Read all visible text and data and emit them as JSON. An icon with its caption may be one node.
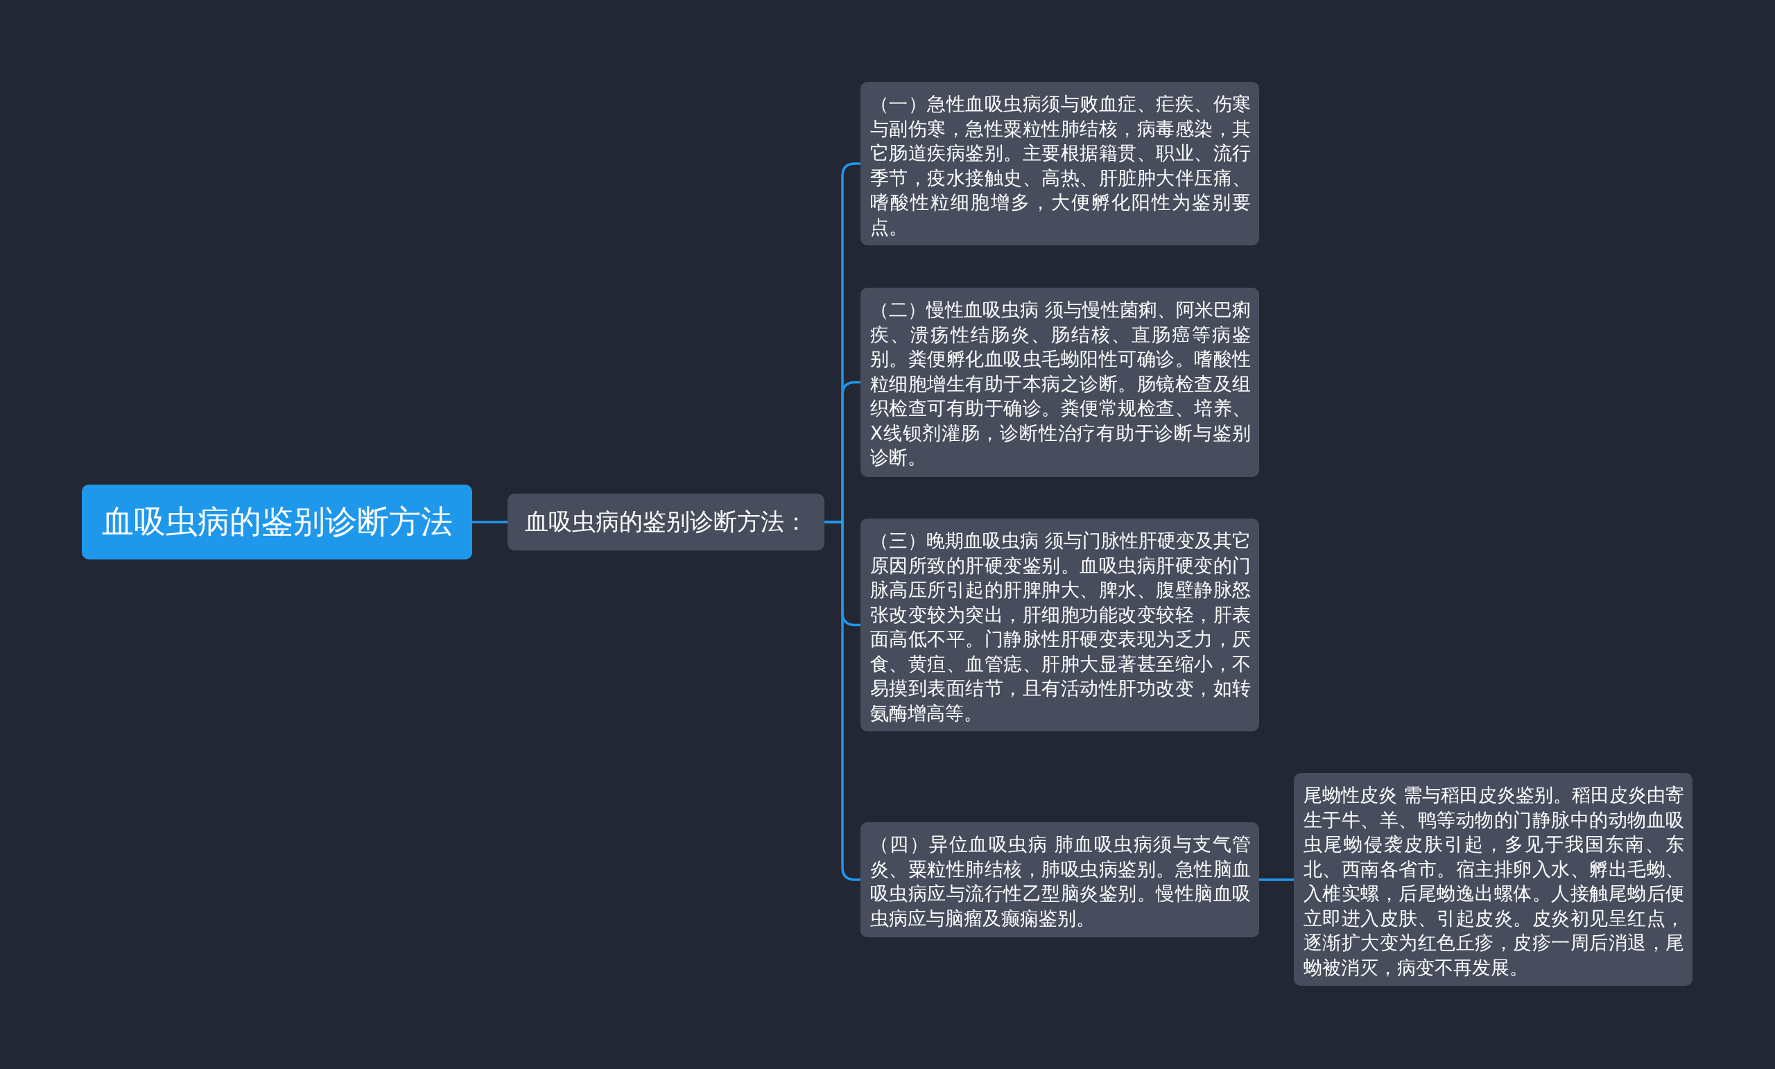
{
  "diagram": {
    "nodes": [
      {
        "text": [
          "血吸虫病的鉴别诊断方法"
        ]
      },
      {
        "text": [
          "血吸虫病的鉴别诊断方法："
        ]
      },
      {
        "text": [
          "（一）急性血吸虫病须与败血症、疟疾、伤寒与副伤寒，急性粟粒性肺结核，病毒感染，其它肠道疾病鉴别。主要根据籍贯、职业、流行季节，疫水接触史、高热、肝脏肿大伴压痛、嗜酸性粒细胞增多，大便孵化阳性为鉴别要点。"
        ]
      },
      {
        "text": [
          "（二）慢性血吸虫病 须与慢性菌痢、阿米巴痢疾、溃疡性结肠炎、肠结核、直肠癌等病鉴别。粪便孵化血吸虫毛蚴阳性可确诊。嗜酸性粒细胞增生有助于本病之诊断。肠镜检查及组织检查可有助于确诊。粪便常规检查、培养、X线钡剂灌肠，诊断性治疗有助于诊断与鉴别诊断。"
        ]
      },
      {
        "text": [
          "（三）晚期血吸虫病 须与门脉性肝硬变及其它原因所致的肝硬变鉴别。血吸虫病肝硬变的门脉高压所引起的肝脾肿大、脾水、腹壁静脉怒张改变较为突出，肝细胞功能改变较轻，肝表面高低不平。门静脉性肝硬变表现为乏力，厌食、黄疸、血管痣、肝肿大显著甚至缩小，不易摸到表面结节，且有活动性肝功改变，如转氨酶增高等。"
        ]
      },
      {
        "text": [
          "（四）异位血吸虫病 肺血吸虫病须与支气管炎、粟粒性肺结核，肺吸虫病鉴别。急性脑血吸虫病应与流行性乙型脑炎鉴别。慢性脑血吸虫病应与脑瘤及癫痫鉴别。"
        ]
      },
      {
        "text": [
          "尾蚴性皮炎 需与稻田皮炎鉴别。稻田皮炎由寄生于牛、羊、鸭等动物的门静脉中的动物血吸虫尾蚴侵袭皮肤引起，多见于我国东南、东北、西南各省市。宿主排卵入水、孵出毛蚴、入椎实螺，后尾蚴逸出螺体。人接触尾蚴后便立即进入皮肤、引起皮炎。皮炎初见呈红点，逐渐扩大变为红色丘疹，皮疹一周后消退，尾蚴被消灭，病变不再发展。"
        ]
      }
    ],
    "edges": [
      {
        "from": 0,
        "to": 1,
        "arrow": "none"
      },
      {
        "from": 1,
        "to": 2,
        "arrow": "none"
      },
      {
        "from": 1,
        "to": 3,
        "arrow": "none"
      },
      {
        "from": 1,
        "to": 4,
        "arrow": "none"
      },
      {
        "from": 1,
        "to": 5,
        "arrow": "none"
      },
      {
        "from": 5,
        "to": 6,
        "arrow": "none"
      }
    ]
  }
}
